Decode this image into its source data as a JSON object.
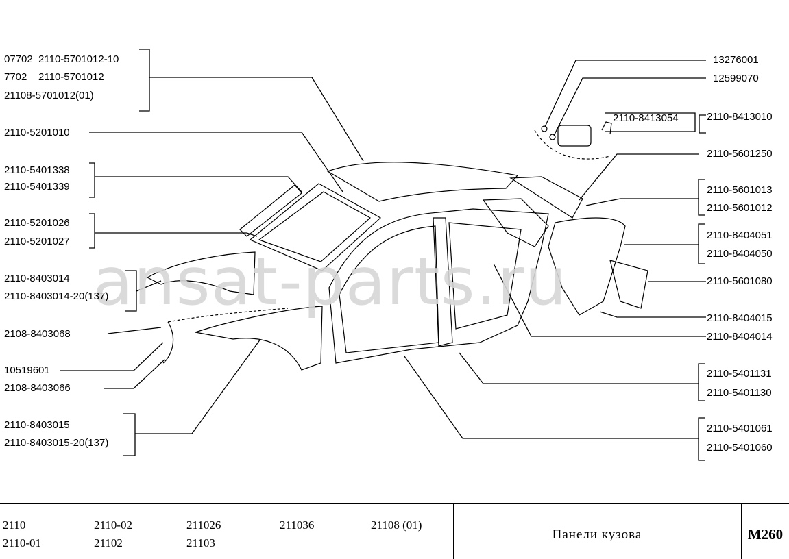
{
  "watermark": "ansat-parts.ru",
  "labels_left": {
    "l1a": "07702  2110-5701012-10",
    "l1b": "7702    2110-5701012",
    "l1c": "21108-5701012(01)",
    "l2": "2110-5201010",
    "l3a": "2110-5401338",
    "l3b": "2110-5401339",
    "l4a": "2110-5201026",
    "l4b": "2110-5201027",
    "l5a": "2110-8403014",
    "l5b": "2110-8403014-20(137)",
    "l6": "2108-8403068",
    "l7": "10519601",
    "l8": "2108-8403066",
    "l9a": "2110-8403015",
    "l9b": "2110-8403015-20(137)"
  },
  "labels_right": {
    "r1": "13276001",
    "r2": "12599070",
    "r3a": "2110-8413054",
    "r3b": "2110-8413010",
    "r4": "2110-5601250",
    "r5a": "2110-5601013",
    "r5b": "2110-5601012",
    "r6a": "2110-8404051",
    "r6b": "2110-8404050",
    "r7": "2110-5601080",
    "r8": "2110-8404015",
    "r9": "2110-8404014",
    "r10a": "2110-5401131",
    "r10b": "2110-5401130",
    "r11a": "2110-5401061",
    "r11b": "2110-5401060"
  },
  "footer": {
    "models": [
      "2110",
      "2110-02",
      "211026",
      "211036",
      "21108 (01)",
      "2110-01",
      "21102",
      "21103"
    ],
    "title": "Панели кузова",
    "code": "M260"
  }
}
